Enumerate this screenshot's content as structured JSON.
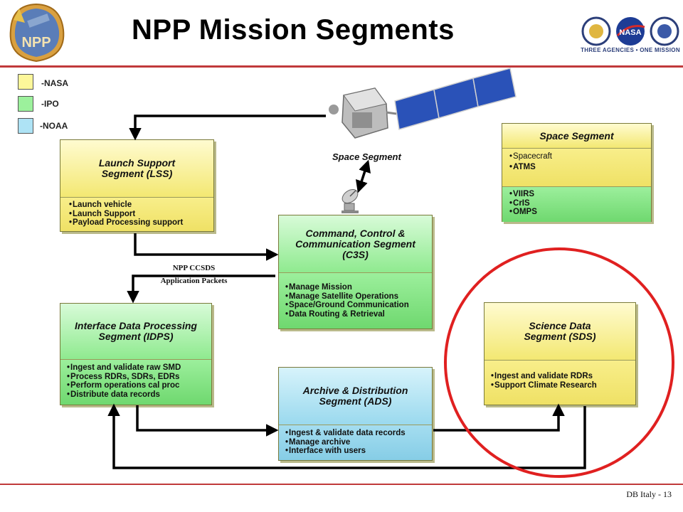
{
  "title": "NPP Mission Segments",
  "agencies_tagline": "THREE AGENCIES • ONE MISSION",
  "npp_logo_text": "NPP",
  "legend": [
    {
      "label": "-NASA",
      "color": "#fdf79a"
    },
    {
      "label": "-IPO",
      "color": "#9cf19c"
    },
    {
      "label": "-NOAA",
      "color": "#aee3f5"
    }
  ],
  "satellite_label": "Space Segment",
  "ccsds_note": {
    "line1": "NPP CCSDS",
    "line2": "Application Packets"
  },
  "lss": {
    "title_line1": "Launch Support",
    "title_line2": "Segment (LSS)",
    "items": [
      "Launch vehicle",
      "Launch Support",
      "Payload Processing support"
    ]
  },
  "space_segment": {
    "title": "Space Segment",
    "group1": [
      "Spacecraft",
      "ATMS"
    ],
    "group2": [
      "VIIRS",
      "CrIS",
      "OMPS"
    ]
  },
  "c3s": {
    "title_line1": "Command, Control &",
    "title_line2": "Communication Segment",
    "title_line3": "(C3S)",
    "items": [
      "Manage Mission",
      "Manage Satellite Operations",
      "Space/Ground Communication",
      "Data Routing & Retrieval"
    ]
  },
  "idps": {
    "title_line1": "Interface Data Processing",
    "title_line2": "Segment (IDPS)",
    "items": [
      "Ingest and validate raw SMD",
      "Process RDRs, SDRs, EDRs",
      "Perform operations cal proc",
      "Distribute data records"
    ]
  },
  "sds": {
    "title_line1": "Science Data",
    "title_line2": "Segment (SDS)",
    "items": [
      "Ingest and validate RDRs",
      "Support Climate Research"
    ]
  },
  "ads": {
    "title_line1": "Archive & Distribution",
    "title_line2": "Segment (ADS)",
    "items": [
      "Ingest & validate data records",
      "Manage archive",
      "Interface with users"
    ]
  },
  "footer": "DB Italy - 13",
  "colors": {
    "accent_red": "#c0393b",
    "highlight_circle": "#e02020"
  }
}
